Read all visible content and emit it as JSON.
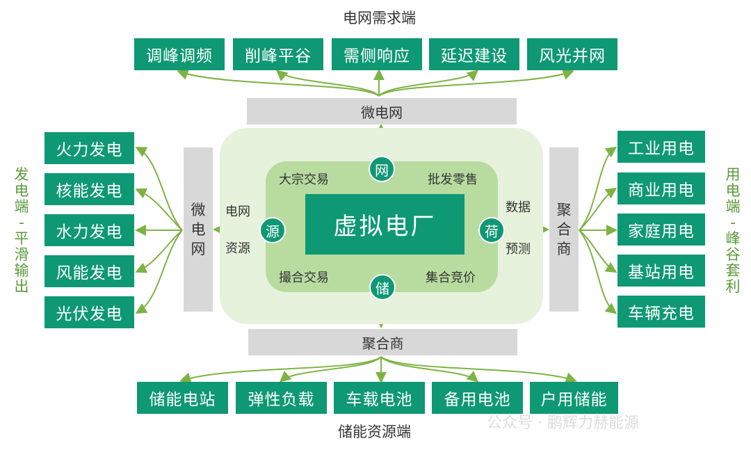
{
  "top": {
    "title": "电网需求端",
    "boxes": [
      "调峰调频",
      "削峰平谷",
      "需侧响应",
      "延迟建设",
      "风光并网"
    ],
    "bar": "微电网"
  },
  "bottom": {
    "title": "储能资源端",
    "boxes": [
      "储能电站",
      "弹性负载",
      "车载电池",
      "备用电池",
      "户用储能"
    ],
    "bar": "聚合商"
  },
  "left": {
    "label": [
      "发",
      "电",
      "端",
      "-",
      "平",
      "滑",
      "输",
      "出"
    ],
    "boxes": [
      "火力发电",
      "核能发电",
      "水力发电",
      "风能发电",
      "光伏发电"
    ],
    "bar": [
      "微",
      "电",
      "网"
    ]
  },
  "right": {
    "label": [
      "用",
      "电",
      "端",
      "-",
      "峰",
      "谷",
      "套",
      "利"
    ],
    "boxes": [
      "工业用电",
      "商业用电",
      "家庭用电",
      "基站用电",
      "车辆充电"
    ],
    "bar": [
      "聚",
      "合",
      "商"
    ]
  },
  "center": {
    "title": "虚拟电厂",
    "nodes": {
      "top": "网",
      "left": "源",
      "right": "荷",
      "bottom": "储"
    },
    "corners": {
      "tl": "大宗交易",
      "tr": "批发零售",
      "bl": "撮合交易",
      "br": "集合竞价"
    },
    "left_arrow": {
      "upper": "电网",
      "lower": "资源"
    },
    "right_arrow": {
      "upper": "数据",
      "lower": "预测"
    }
  },
  "watermark": "公众号 · 鹏辉力赫能源",
  "colors": {
    "box_green": "#0f9874",
    "line_green": "#7cb342",
    "outer_panel": "#e6f2dc",
    "inner_panel": "#b8dca0",
    "grey": "#d8d8d8"
  }
}
